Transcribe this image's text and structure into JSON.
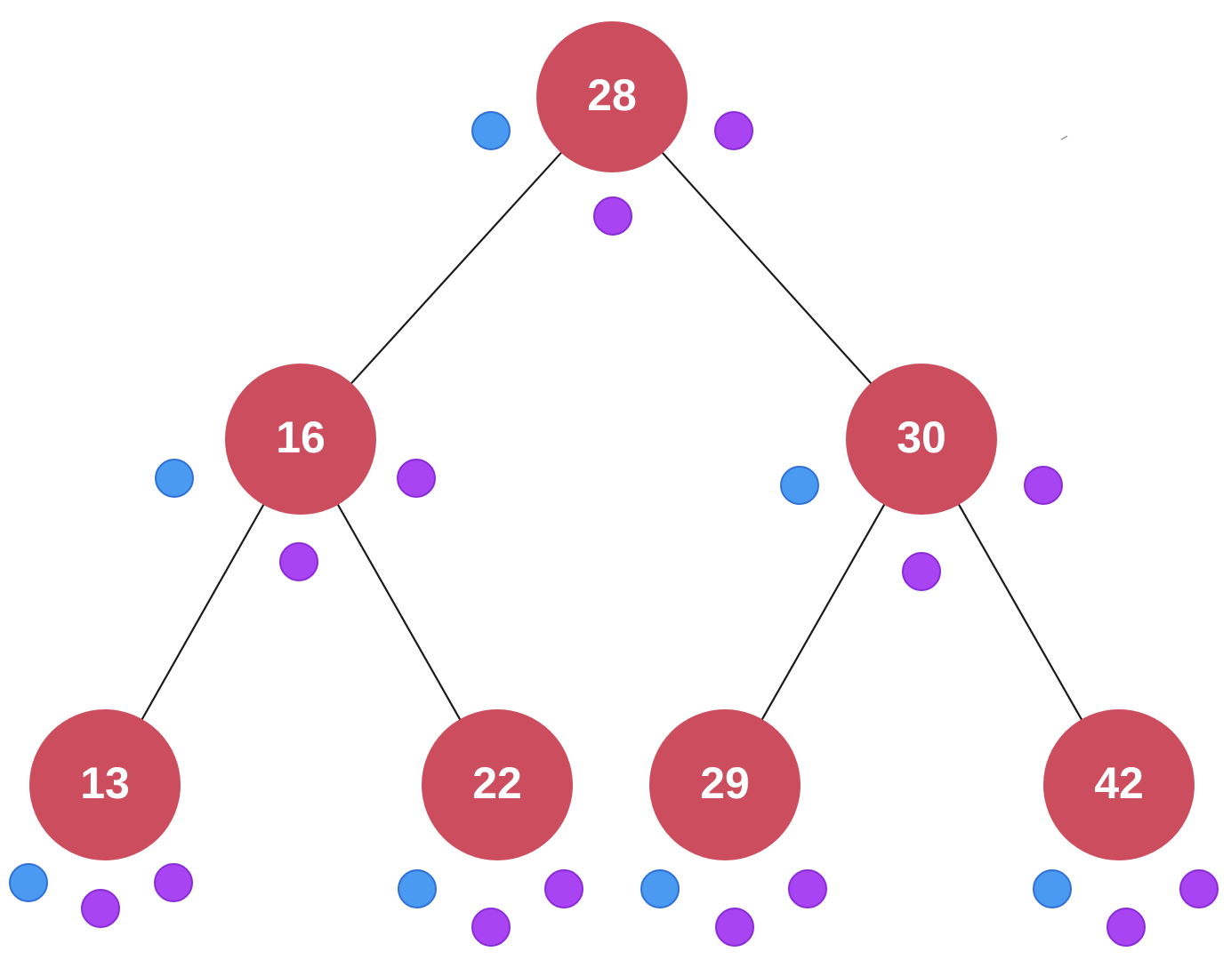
{
  "tree": {
    "node_color": "#cc4d5e",
    "label_color": "#ffffff",
    "dot_colors": {
      "blue": "#4a9af2",
      "purple": "#a944f2"
    },
    "nodes": [
      {
        "id": "n28",
        "label": "28",
        "dots": [
          "blue",
          "purple",
          "purple"
        ]
      },
      {
        "id": "n16",
        "label": "16",
        "dots": [
          "blue",
          "purple",
          "purple"
        ]
      },
      {
        "id": "n30",
        "label": "30",
        "dots": [
          "blue",
          "purple",
          "purple"
        ]
      },
      {
        "id": "n13",
        "label": "13",
        "dots": [
          "blue",
          "purple",
          "purple"
        ]
      },
      {
        "id": "n22",
        "label": "22",
        "dots": [
          "blue",
          "purple",
          "purple"
        ]
      },
      {
        "id": "n29",
        "label": "29",
        "dots": [
          "blue",
          "purple",
          "purple"
        ]
      },
      {
        "id": "n42",
        "label": "42",
        "dots": [
          "blue",
          "purple",
          "purple"
        ]
      }
    ],
    "edges": [
      {
        "from": "n28",
        "to": "n16"
      },
      {
        "from": "n28",
        "to": "n30"
      },
      {
        "from": "n16",
        "to": "n13"
      },
      {
        "from": "n16",
        "to": "n22"
      },
      {
        "from": "n30",
        "to": "n29"
      },
      {
        "from": "n30",
        "to": "n42"
      }
    ]
  }
}
